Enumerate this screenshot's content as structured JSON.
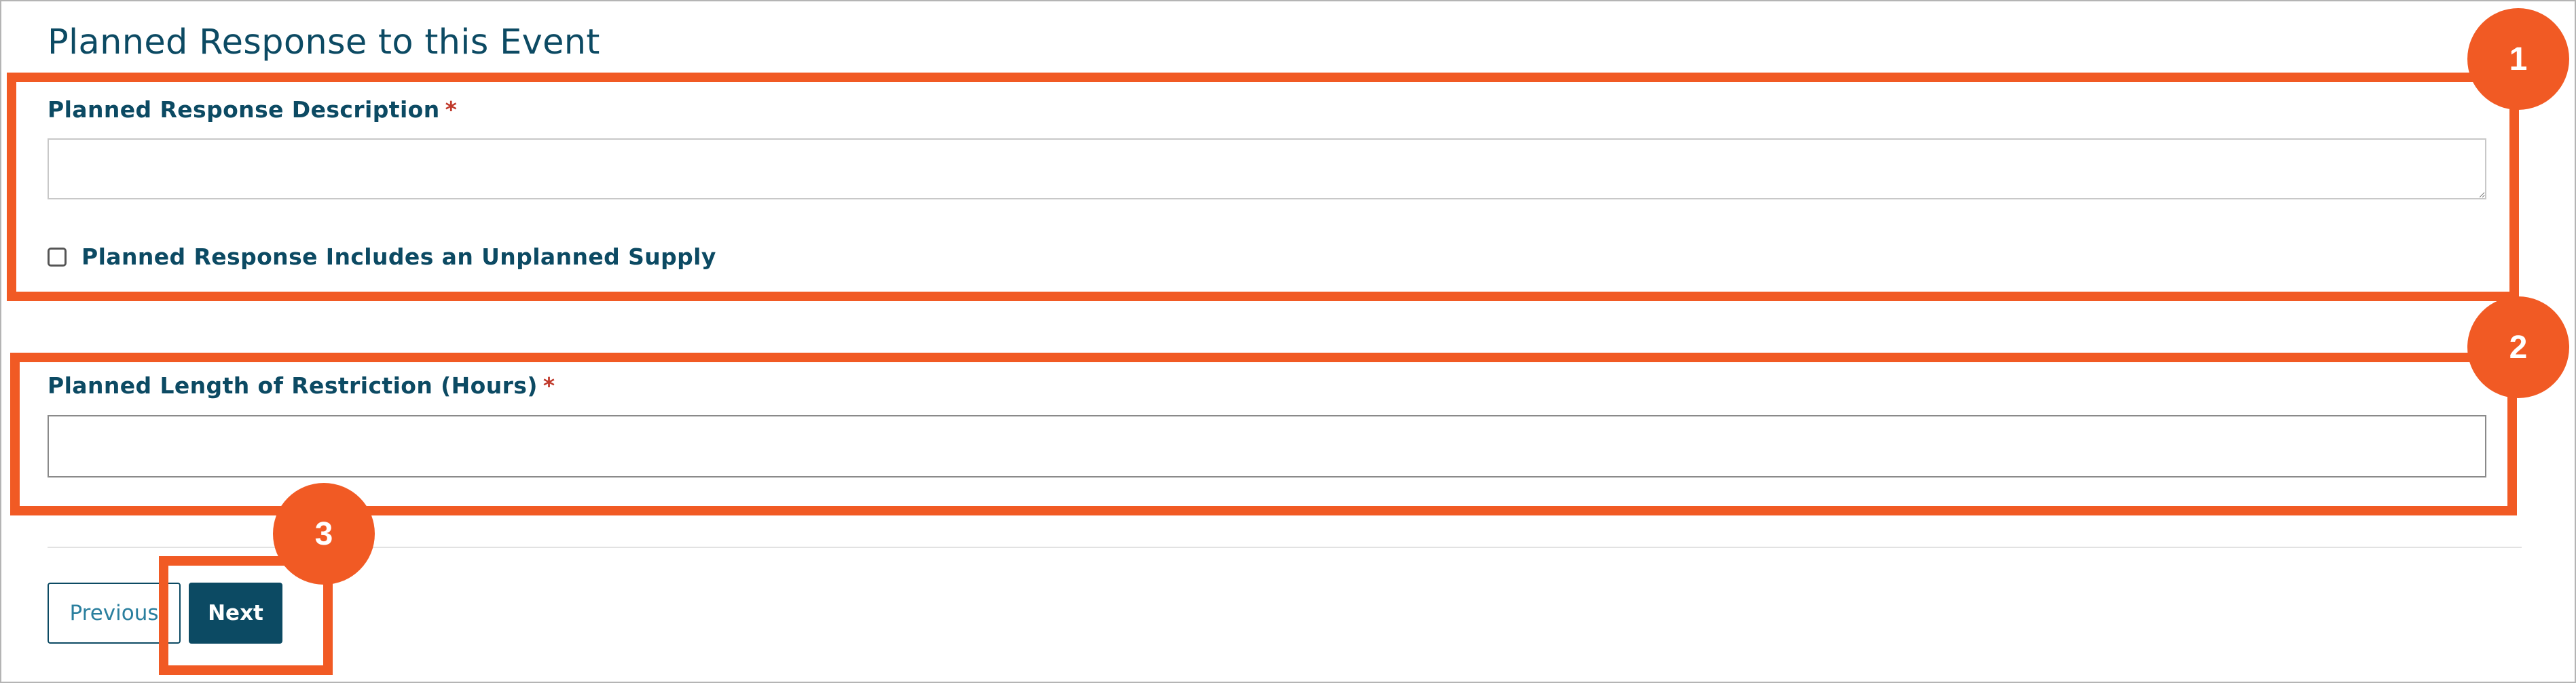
{
  "section": {
    "title": "Planned Response to this Event"
  },
  "description": {
    "label": "Planned Response Description",
    "required_marker": "*",
    "value": ""
  },
  "unplanned_supply": {
    "label": "Planned Response Includes an Unplanned Supply",
    "checked": false
  },
  "restriction_hours": {
    "label": "Planned Length of Restriction (Hours)",
    "required_marker": "*",
    "value": ""
  },
  "buttons": {
    "previous": "Previous",
    "next": "Next"
  },
  "callouts": [
    {
      "number": "1"
    },
    {
      "number": "2"
    },
    {
      "number": "3"
    }
  ],
  "colors": {
    "heading": "#0c4a63",
    "primary_button": "#0c4a63",
    "required": "#c0392b",
    "callout": "#f15a24"
  }
}
